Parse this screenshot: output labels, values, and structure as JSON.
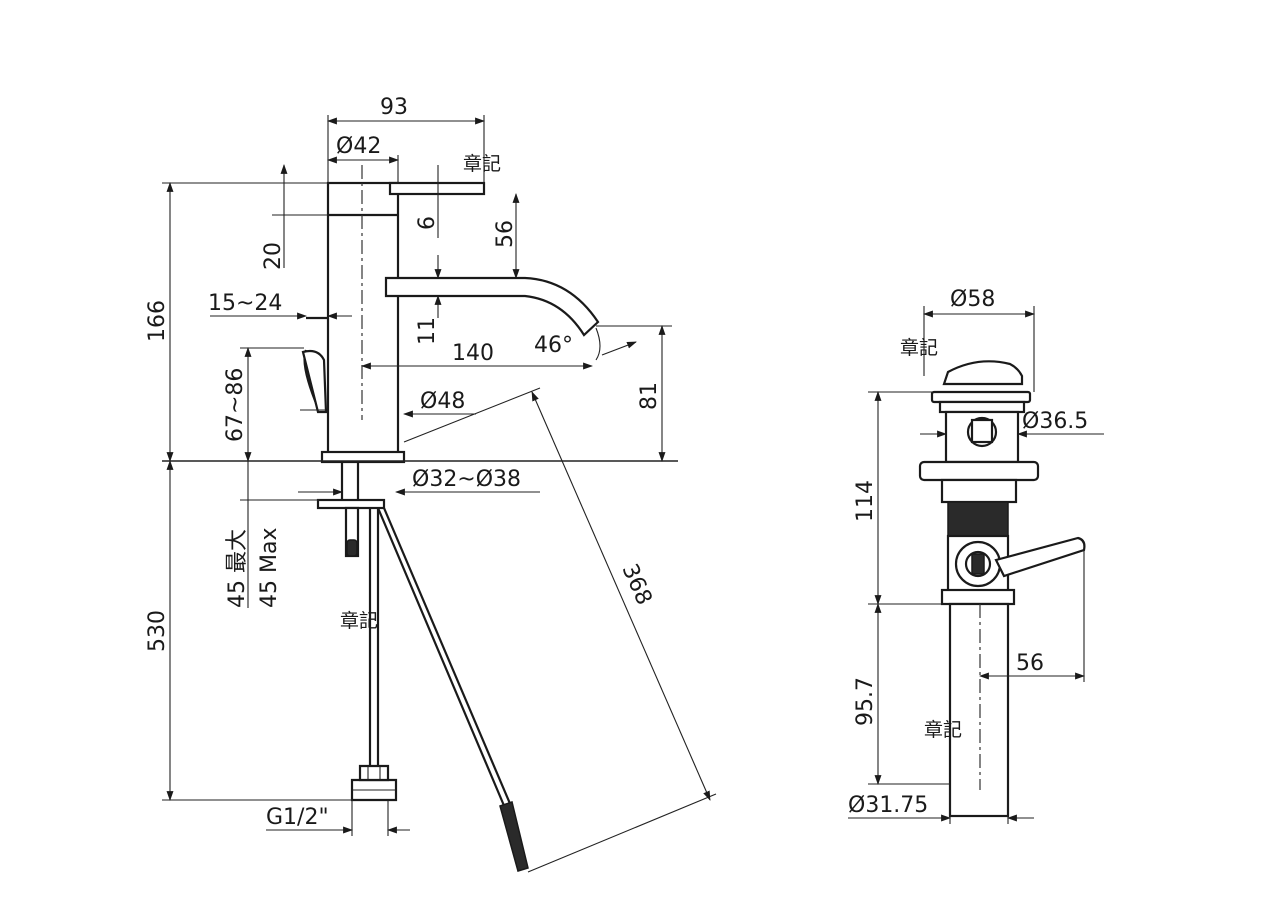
{
  "faucet": {
    "dims": {
      "overall_width": "93",
      "body_diameter": "Ø42",
      "handle_gap": "6",
      "spout_height": "56",
      "cap_height": "20",
      "total_height": "166",
      "lever_range": "15~24",
      "spout_thickness": "11",
      "spout_reach": "140",
      "spout_angle": "46°",
      "spout_clearance": "81",
      "lever_height": "67~86",
      "base_diameter": "Ø48",
      "hole_diameter": "Ø32~Ø38",
      "deck_max_cn": "45 最大",
      "deck_max_en": "45 Max",
      "hose_length": "530",
      "hose_diagonal": "368",
      "thread": "G1/2\""
    },
    "notes": {
      "label_top": "章記",
      "label_hose": "章記"
    }
  },
  "drain": {
    "dims": {
      "cap_diameter": "Ø58",
      "flange_diameter": "Ø36.5",
      "body_length": "114",
      "lever_offset": "56",
      "tail_length": "95.7",
      "tail_diameter": "Ø31.75"
    },
    "notes": {
      "label_cap": "章記",
      "label_tail": "章記"
    }
  }
}
